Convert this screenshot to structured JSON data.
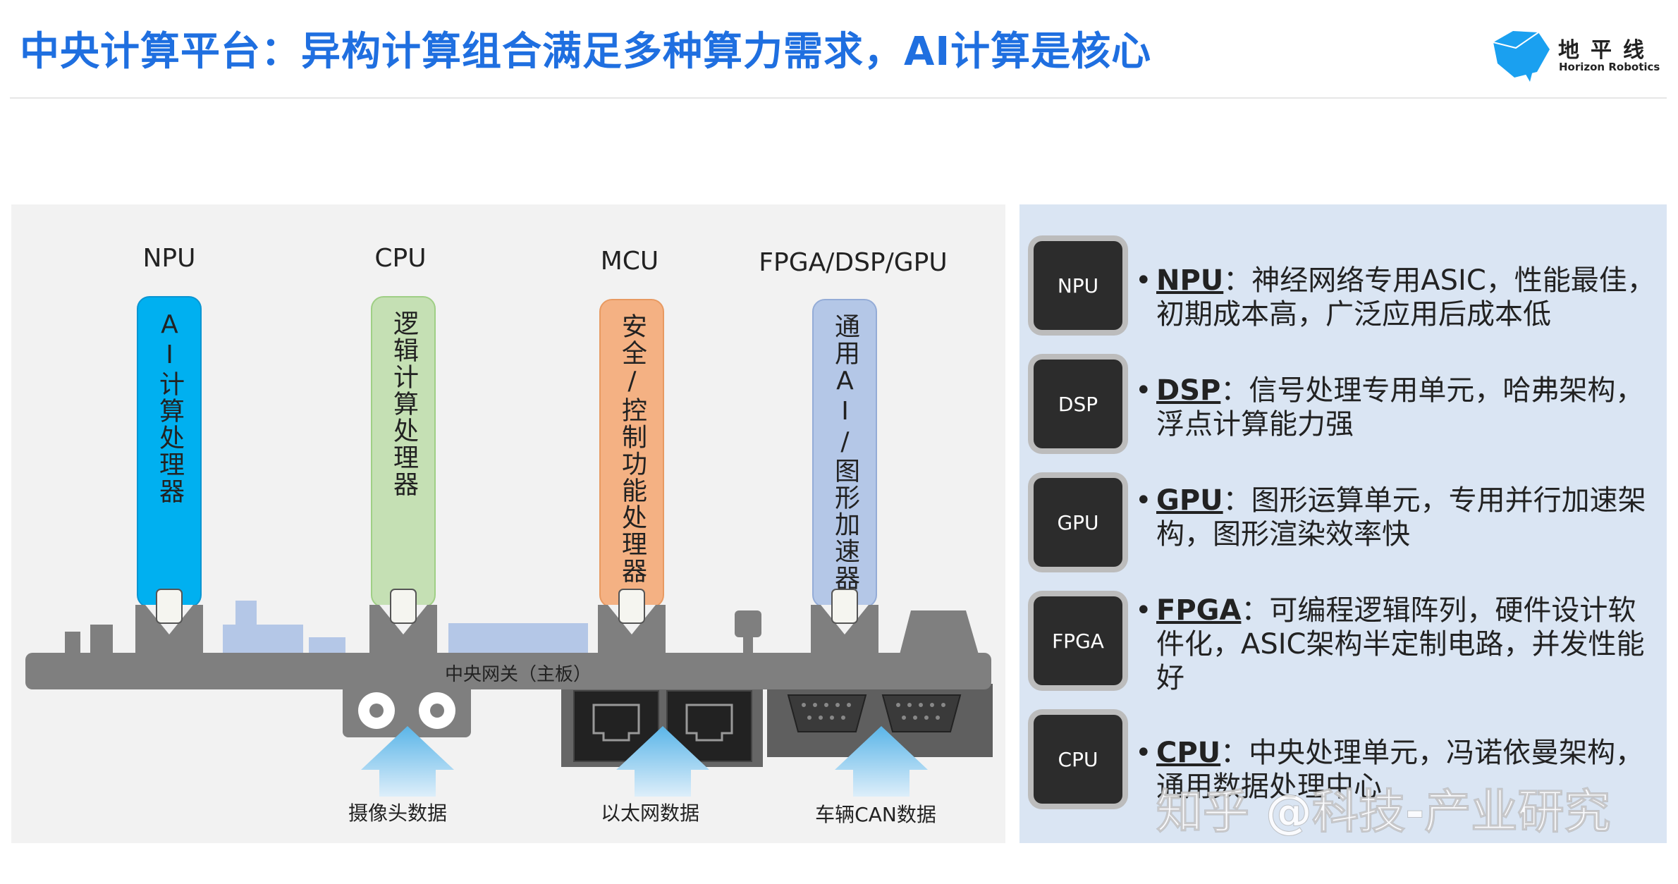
{
  "header": {
    "title": "中央计算平台：异构计算组合满足多种算力需求，AI计算是核心",
    "logo_cn": "地平线",
    "logo_en": "Horizon Robotics"
  },
  "colors": {
    "title": "#1f6fe0",
    "npu": "#00b0f0",
    "cpu": "#c5e0b4",
    "mcu": "#f4b183",
    "gpu": "#b4c7e7",
    "board": "#7f7f7f",
    "right_panel": "#dae5f3"
  },
  "processors": [
    {
      "label": "NPU",
      "text": "AI计算处理器"
    },
    {
      "label": "CPU",
      "text": "逻辑计算处理器"
    },
    {
      "label": "MCU",
      "text": "安全/控制功能处理器"
    },
    {
      "label": "FPGA/DSP/GPU",
      "text": "通用AI/图形加速器"
    }
  ],
  "board_label": "中央网关（主板）",
  "inputs": [
    {
      "label": "摄像头数据"
    },
    {
      "label": "以太网数据"
    },
    {
      "label": "车辆CAN数据"
    }
  ],
  "chips": [
    {
      "label": "NPU",
      "term": "NPU",
      "desc": "：神经网络专用ASIC，性能最佳，初期成本高，广泛应用后成本低"
    },
    {
      "label": "DSP",
      "term": "DSP",
      "desc": "：信号处理专用单元，哈弗架构，浮点计算能力强"
    },
    {
      "label": "GPU",
      "term": "GPU",
      "desc": "：图形运算单元，专用并行加速架构，图形渲染效率快"
    },
    {
      "label": "FPGA",
      "term": "FPGA",
      "desc": "：可编程逻辑阵列，硬件设计软件化，ASIC架构半定制电路，并发性能好"
    },
    {
      "label": "CPU",
      "term": "CPU",
      "desc": "：中央处理单元，冯诺依曼架构，通用数据处理中心"
    }
  ],
  "watermark": "知乎 @科技-产业研究"
}
